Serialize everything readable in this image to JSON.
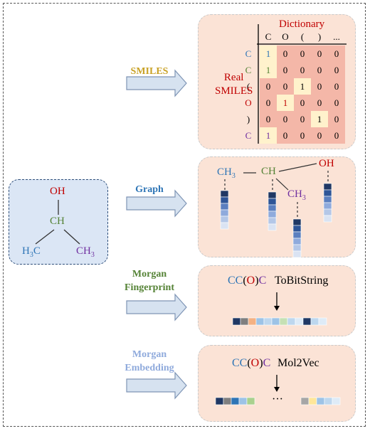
{
  "colors": {
    "smiles_label": "#c9a227",
    "graph_label": "#2e75b6",
    "morgan_fp_label": "#548235",
    "morgan_emb_label": "#8faadc",
    "panel_bg": "#fbe3d6",
    "matrix_bg": "#f4b7a8",
    "diag_highlight": "#fff2cc",
    "red_text": "#c00000",
    "blue_text": "#2e75b6",
    "green_text": "#548235",
    "purple_text": "#7030a0",
    "arrow_fill": "#d6e2f0",
    "arrow_stroke": "#7f95b5"
  },
  "molecule": {
    "oh": "OH",
    "ch": "CH",
    "h3c_h3": "H",
    "h3c_sub": "3",
    "h3c_c": "C",
    "ch3_c": "CH",
    "ch3_sub": "3"
  },
  "labels": {
    "smiles": "SMILES",
    "graph": "Graph",
    "morgan_fp_1": "Morgan",
    "morgan_fp_2": "Fingerprint",
    "morgan_emb_1": "Morgan",
    "morgan_emb_2": "Embedding"
  },
  "smiles_panel": {
    "dictionary": "Dictionary",
    "real_1": "Real",
    "real_2": "SMILES",
    "columns": [
      "C",
      "O",
      "(",
      ")",
      "..."
    ],
    "rows": [
      "C",
      "C",
      "(",
      "O",
      ")",
      "C"
    ],
    "row_colors": [
      "#2e75b6",
      "#548235",
      "#000000",
      "#c00000",
      "#000000",
      "#7030a0"
    ],
    "matrix": [
      [
        "1",
        "0",
        "0",
        "0",
        "0"
      ],
      [
        "1",
        "0",
        "0",
        "0",
        "0"
      ],
      [
        "0",
        "0",
        "1",
        "0",
        "0"
      ],
      [
        "0",
        "1",
        "0",
        "0",
        "0"
      ],
      [
        "0",
        "0",
        "0",
        "1",
        "0"
      ],
      [
        "1",
        "0",
        "0",
        "0",
        "0"
      ]
    ],
    "highlight_cells": [
      [
        0,
        0
      ],
      [
        1,
        0
      ],
      [
        2,
        2
      ],
      [
        3,
        1
      ],
      [
        4,
        3
      ],
      [
        5,
        0
      ]
    ]
  },
  "graph_panel": {
    "node_ch3_left": "CH",
    "node_ch3_left_sub": "3",
    "node_ch": "CH",
    "node_oh": "OH",
    "node_ch3_right": "CH",
    "node_ch3_right_sub": "3"
  },
  "fp_panel": {
    "smiles_parts": [
      {
        "text": "CC",
        "color": "#2e75b6"
      },
      {
        "text": "(",
        "color": "#000000"
      },
      {
        "text": "O",
        "color": "#c00000"
      },
      {
        "text": ")",
        "color": "#000000"
      },
      {
        "text": "C",
        "color": "#7030a0"
      }
    ],
    "method": "ToBitString",
    "bits": [
      "#203864",
      "#7f7f7f",
      "#f4b183",
      "#9dc3e6",
      "#bdd7ee",
      "#9dc3e6",
      "#c5e0b4",
      "#bdd7ee",
      "#deebf7",
      "#203864",
      "#bdd7ee",
      "#deebf7"
    ]
  },
  "emb_panel": {
    "smiles_parts": [
      {
        "text": "CC",
        "color": "#2e75b6"
      },
      {
        "text": "(",
        "color": "#000000"
      },
      {
        "text": "O",
        "color": "#c00000"
      },
      {
        "text": ")",
        "color": "#000000"
      },
      {
        "text": "C",
        "color": "#7030a0"
      }
    ],
    "method": "Mol2Vec",
    "ellipsis": "···",
    "left_cells": [
      "#203864",
      "#7f7f7f",
      "#2e75b6",
      "#9dc3e6",
      "#a9d18e"
    ],
    "right_cells": [
      "#a6a6a6",
      "#ffe699",
      "#9dc3e6",
      "#bdd7ee",
      "#deebf7"
    ]
  }
}
